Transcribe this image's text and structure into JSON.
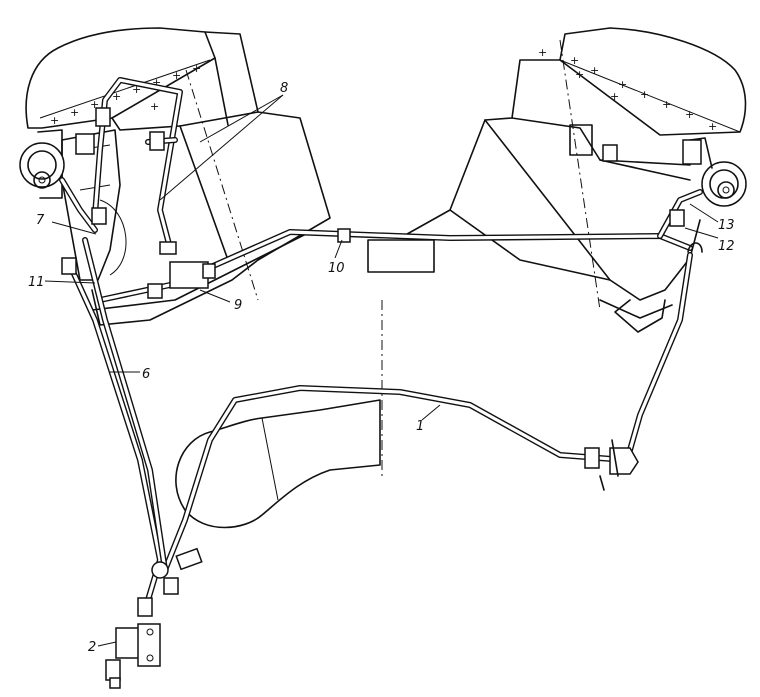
{
  "callouts": {
    "c1": "1",
    "c2": "2",
    "c6": "6",
    "c7": "7",
    "c8": "8",
    "c9": "9",
    "c10": "10",
    "c11": "11",
    "c12": "12",
    "c13": "13"
  }
}
